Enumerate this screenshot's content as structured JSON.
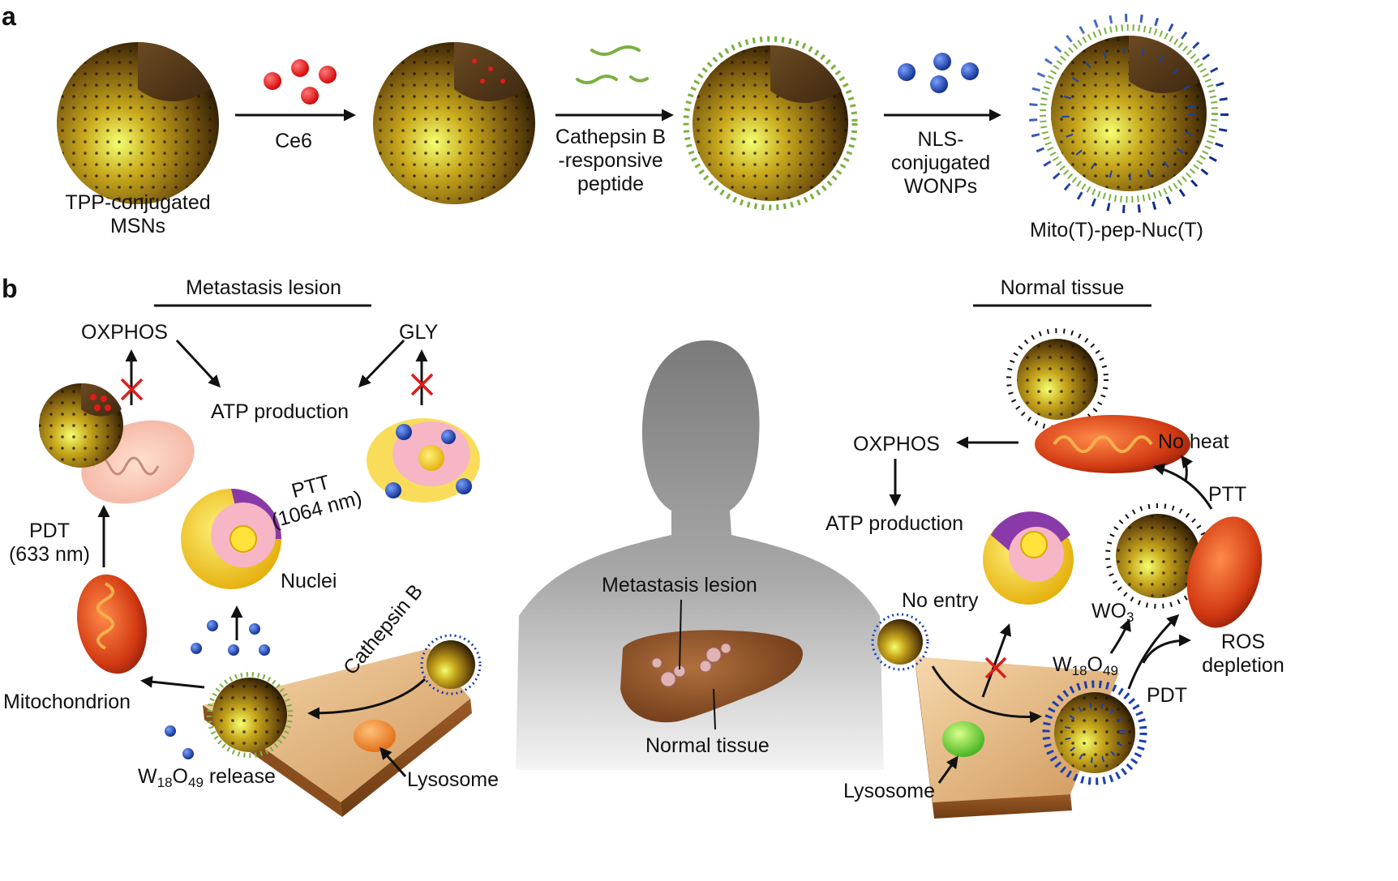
{
  "panels": {
    "a": "a",
    "b": "b"
  },
  "panel_a": {
    "start_label": [
      "TPP-conjugated",
      "MSNs"
    ],
    "step1_label": "Ce6",
    "step2_label": [
      "Cathepsin B",
      "-responsive",
      "peptide"
    ],
    "step3_label": [
      "NLS-",
      "conjugated",
      "WONPs"
    ],
    "product_label": "Mito(T)-pep-Nuc(T)"
  },
  "panel_b": {
    "metastasis_header": "Metastasis lesion",
    "normal_header": "Normal tissue",
    "oxphos": "OXPHOS",
    "gly": "GLY",
    "atp": "ATP production",
    "pdt_label": [
      "PDT",
      "(633 nm)"
    ],
    "ptt_label": [
      "PTT",
      "(1064 nm)"
    ],
    "nuclei": "Nuclei",
    "mitochondrion": "Mitochondrion",
    "cathepsin": "Cathepsin B",
    "w_release": {
      "W": "W",
      "s1": "18",
      "O": "O",
      "s2": "49",
      "tail": " release"
    },
    "lysosome": "Lysosome",
    "body_metastasis": "Metastasis lesion",
    "body_normal": "Normal tissue",
    "normal_oxphos": "OXPHOS",
    "normal_atp": "ATP production",
    "no_heat": "No heat",
    "ptt": "PTT",
    "no_entry": "No entry",
    "wo3": {
      "WO": "WO",
      "s": "3"
    },
    "w18o49": {
      "W": "W",
      "s1": "18",
      "O": "O",
      "s2": "49"
    },
    "ros": [
      "ROS",
      "depletion"
    ],
    "pdt": "PDT",
    "normal_lysosome": "Lysosome"
  },
  "colors": {
    "blue_np": "#1a3fb0",
    "red_ce6": "#e11b1b",
    "gold": "#b8860b",
    "peptide": "#7ab040",
    "inhibit_x": "#e11b1b"
  }
}
